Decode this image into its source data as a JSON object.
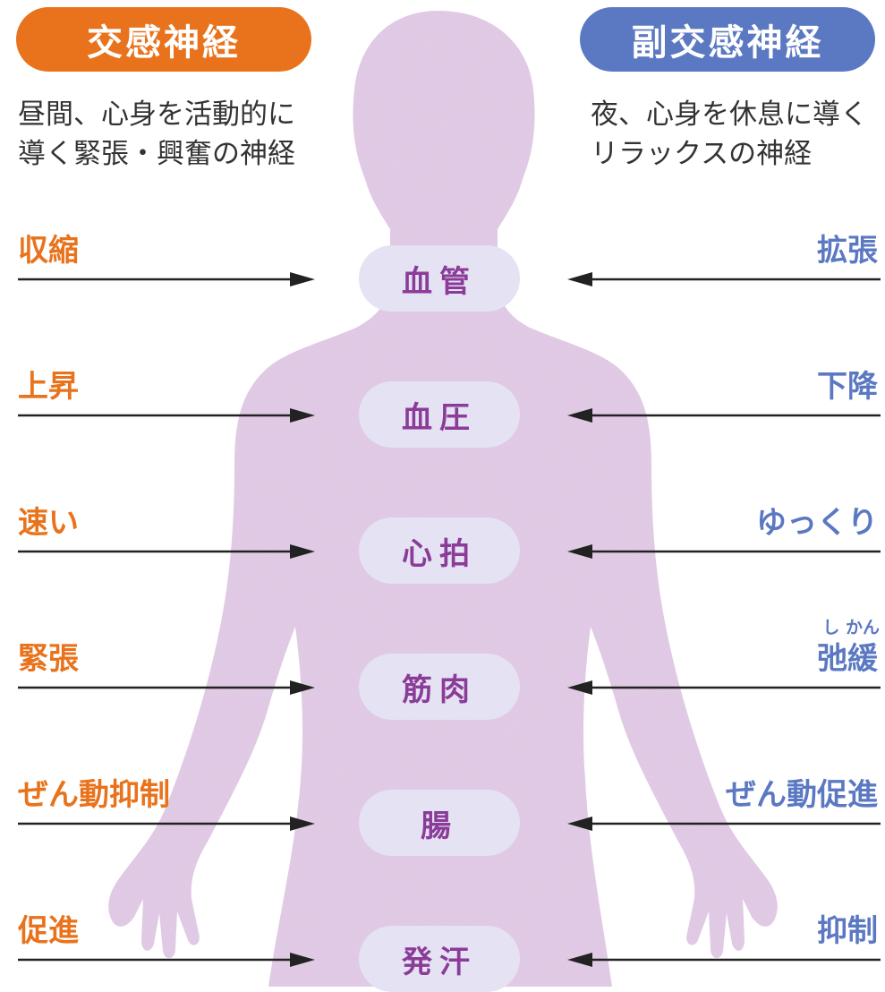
{
  "sympathetic": {
    "title": "交感神経",
    "description": "昼間、心身を活動的に\n導く緊張・興奮の神経",
    "color": "#e8731c"
  },
  "parasympathetic": {
    "title": "副交感神経",
    "description": "夜、心身を休息に導く\nリラックスの神経",
    "color": "#5b78c2"
  },
  "organ_color": "#8a3c98",
  "rows": [
    {
      "organ": "血管",
      "left": "収縮",
      "right": "拡張"
    },
    {
      "organ": "血圧",
      "left": "上昇",
      "right": "下降"
    },
    {
      "organ": "心拍",
      "left": "速い",
      "right": "ゆっくり"
    },
    {
      "organ": "筋肉",
      "left": "緊張",
      "right": "弛緩",
      "right_ruby": "し かん"
    },
    {
      "organ": "腸",
      "left": "ぜん動抑制",
      "right": "ぜん動促進"
    },
    {
      "organ": "発汗",
      "left": "促進",
      "right": "抑制"
    }
  ]
}
